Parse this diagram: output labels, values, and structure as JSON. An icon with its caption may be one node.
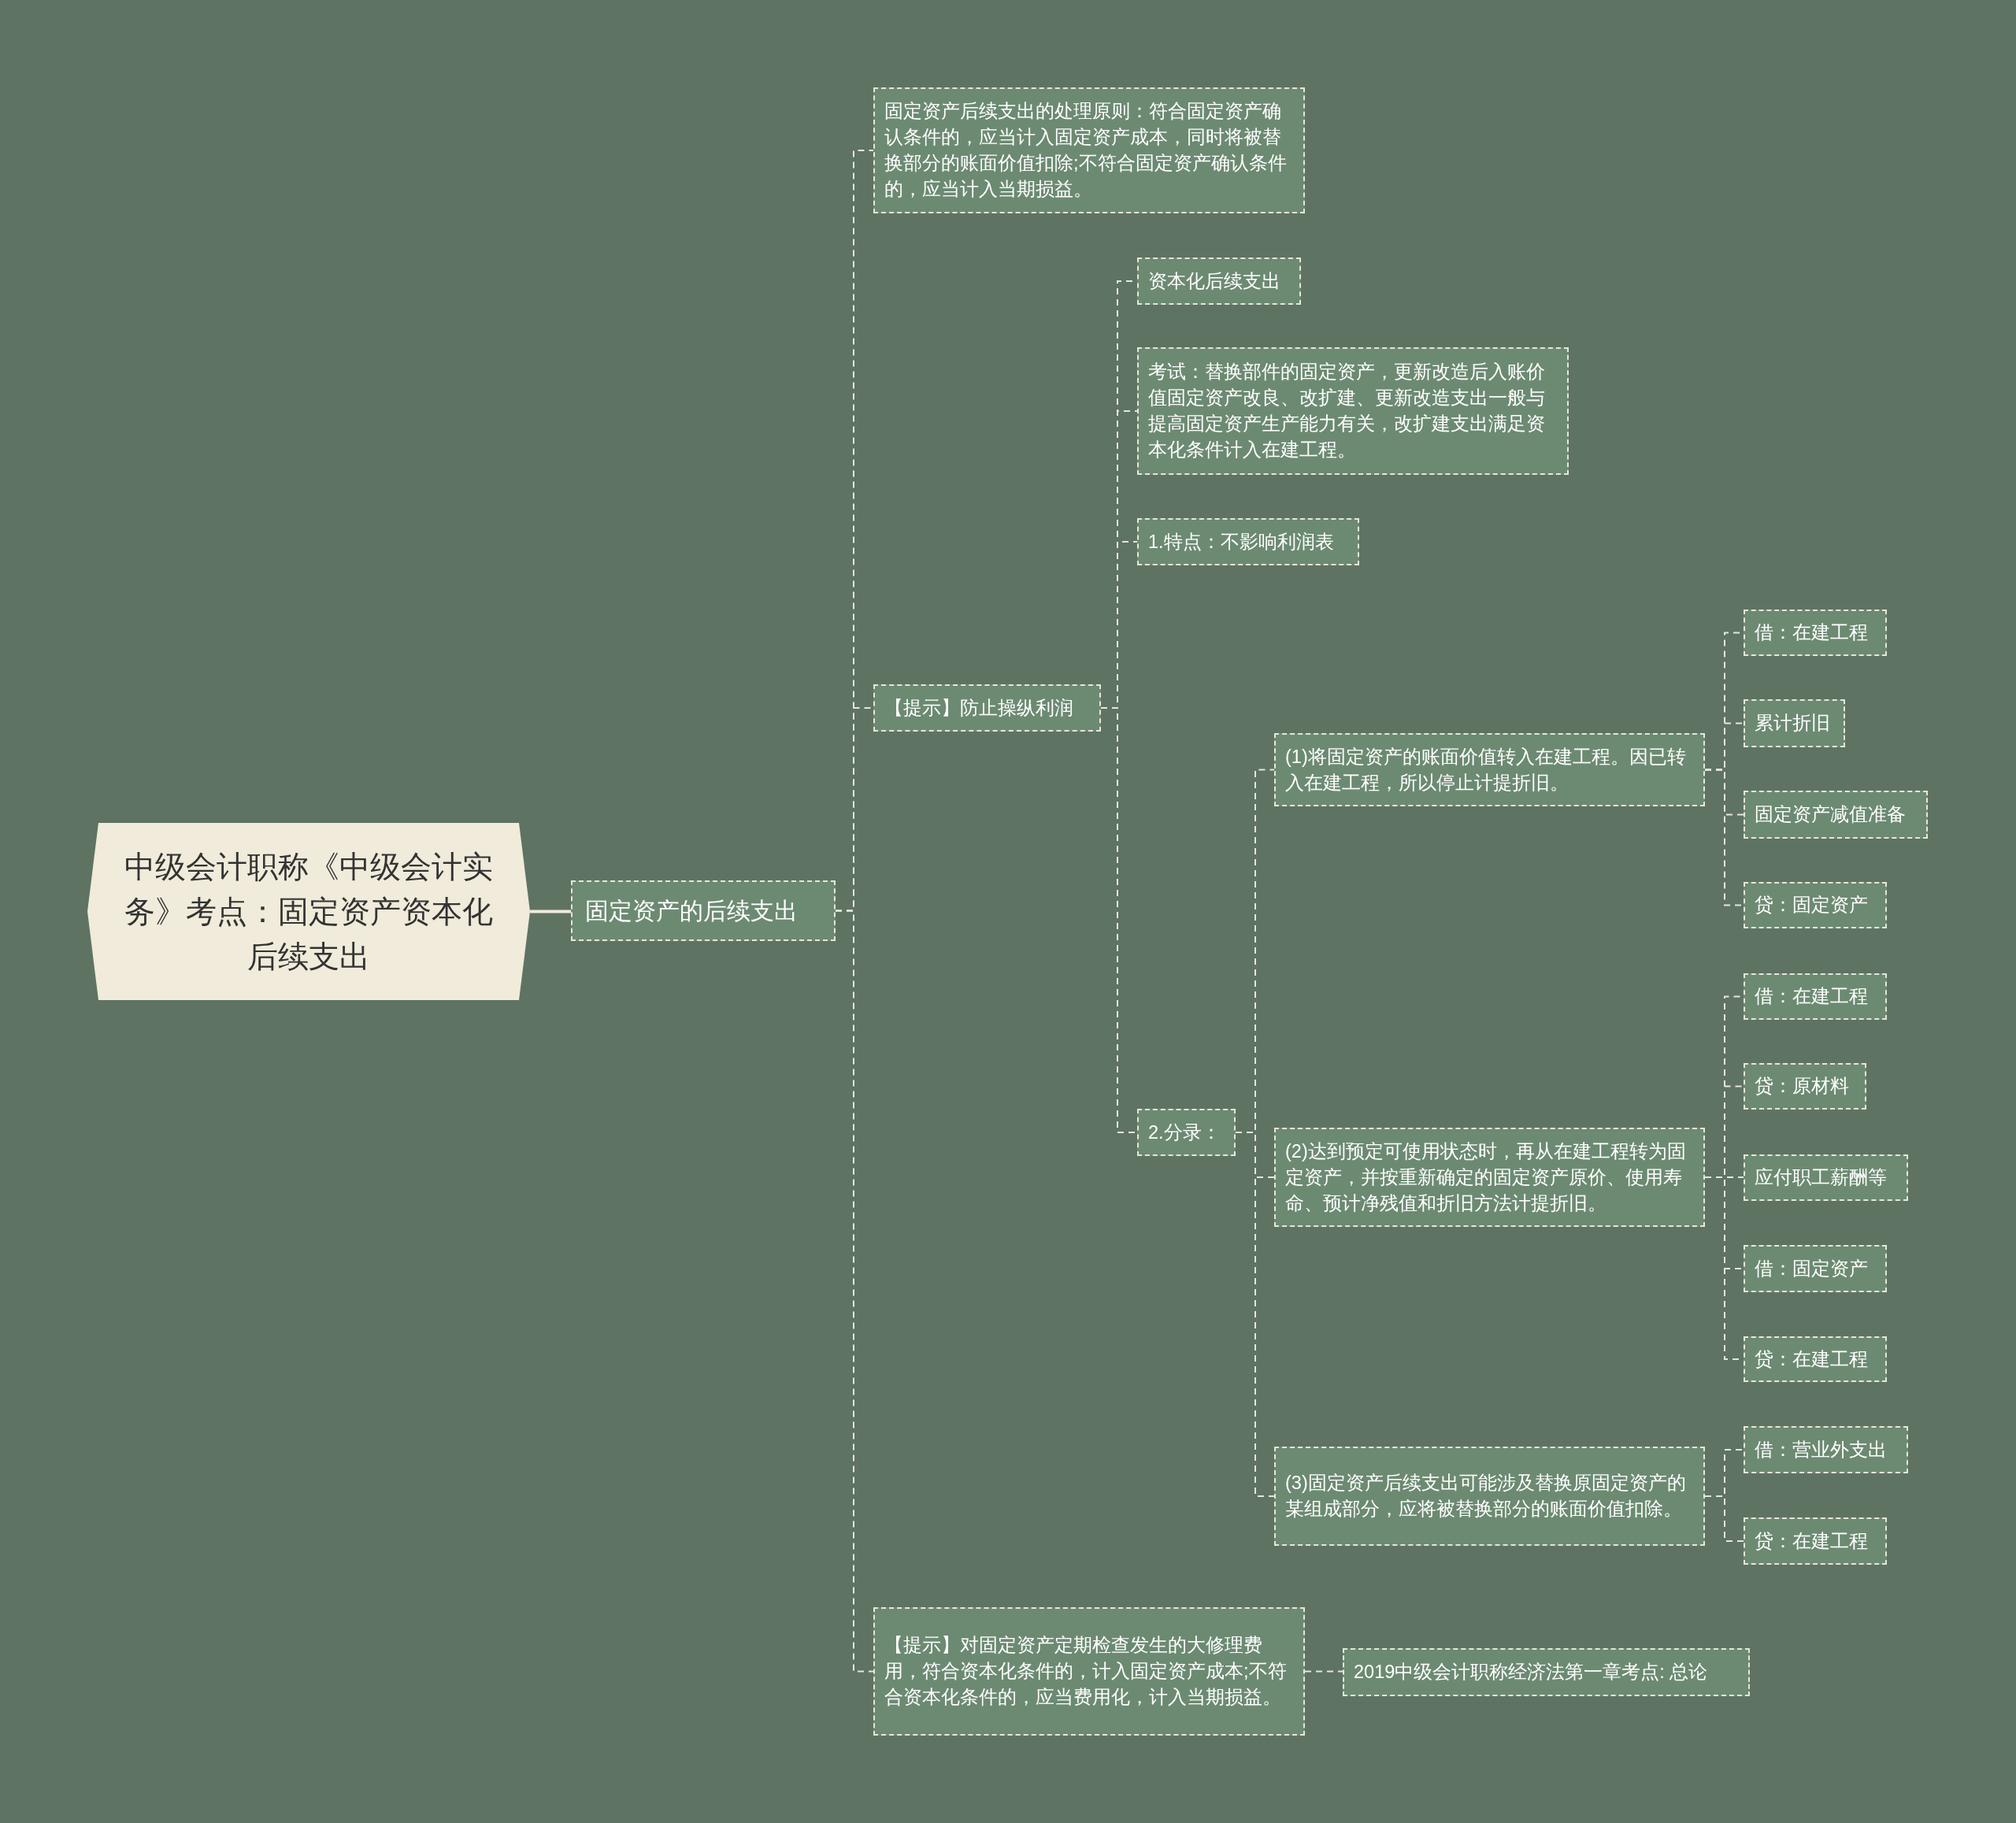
{
  "diagram": {
    "nodes": [
      {
        "text": [
          "中级会计职称《中级会计实务》考点：固定资产资本化后续支出"
        ]
      },
      {
        "text": [
          "固定资产的后续支出"
        ]
      },
      {
        "text": [
          "固定资产后续支出的处理原则：符合固定资产确认条件的，应当计入固定资产成本，同时将被替换部分的账面价值扣除;不符合固定资产确认条件的，应当计入当期损益。"
        ]
      },
      {
        "text": [
          "【提示】防止操纵利润"
        ]
      },
      {
        "text": [
          "资本化后续支出"
        ]
      },
      {
        "text": [
          "考试：替换部件的固定资产，更新改造后入账价值固定资产改良、改扩建、更新改造支出一般与提高固定资产生产能力有关，改扩建支出满足资本化条件计入在建工程。"
        ]
      },
      {
        "text": [
          "1.特点：不影响利润表"
        ]
      },
      {
        "text": [
          "2.分录："
        ]
      },
      {
        "text": [
          "(1)将固定资产的账面价值转入在建工程。因已转入在建工程，所以停止计提折旧。"
        ]
      },
      {
        "text": [
          "借：在建工程"
        ]
      },
      {
        "text": [
          "累计折旧"
        ]
      },
      {
        "text": [
          "固定资产减值准备"
        ]
      },
      {
        "text": [
          "贷：固定资产"
        ]
      },
      {
        "text": [
          "(2)达到预定可使用状态时，再从在建工程转为固定资产，并按重新确定的固定资产原价、使用寿命、预计净残值和折旧方法计提折旧。"
        ]
      },
      {
        "text": [
          "借：在建工程"
        ]
      },
      {
        "text": [
          "贷：原材料"
        ]
      },
      {
        "text": [
          "应付职工薪酬等"
        ]
      },
      {
        "text": [
          "借：固定资产"
        ]
      },
      {
        "text": [
          "贷：在建工程"
        ]
      },
      {
        "text": [
          "(3)固定资产后续支出可能涉及替换原固定资产的某组成部分，应将被替换部分的账面价值扣除。"
        ]
      },
      {
        "text": [
          "借：营业外支出"
        ]
      },
      {
        "text": [
          "贷：在建工程"
        ]
      },
      {
        "text": [
          "【提示】对固定资产定期检查发生的大修理费用，符合资本化条件的，计入固定资产成本;不符合资本化条件的，应当费用化，计入当期损益。"
        ]
      },
      {
        "text": [
          "2019中级会计职称经济法第一章考点: 总论"
        ]
      }
    ],
    "edges": [
      {
        "from": 0,
        "to": 1,
        "arrow": "none"
      },
      {
        "from": 1,
        "to": 2,
        "arrow": "none",
        "style": "dashed"
      },
      {
        "from": 1,
        "to": 3,
        "arrow": "none",
        "style": "dashed"
      },
      {
        "from": 1,
        "to": 22,
        "arrow": "none",
        "style": "dashed"
      },
      {
        "from": 3,
        "to": 4,
        "arrow": "none",
        "style": "dashed"
      },
      {
        "from": 3,
        "to": 5,
        "arrow": "none",
        "style": "dashed"
      },
      {
        "from": 3,
        "to": 6,
        "arrow": "none",
        "style": "dashed"
      },
      {
        "from": 3,
        "to": 7,
        "arrow": "none",
        "style": "dashed"
      },
      {
        "from": 7,
        "to": 8,
        "arrow": "none",
        "style": "dashed"
      },
      {
        "from": 7,
        "to": 13,
        "arrow": "none",
        "style": "dashed"
      },
      {
        "from": 7,
        "to": 19,
        "arrow": "none",
        "style": "dashed"
      },
      {
        "from": 8,
        "to": 9,
        "arrow": "none",
        "style": "dashed"
      },
      {
        "from": 8,
        "to": 10,
        "arrow": "none",
        "style": "dashed"
      },
      {
        "from": 8,
        "to": 11,
        "arrow": "none",
        "style": "dashed"
      },
      {
        "from": 8,
        "to": 12,
        "arrow": "none",
        "style": "dashed"
      },
      {
        "from": 13,
        "to": 14,
        "arrow": "none",
        "style": "dashed"
      },
      {
        "from": 13,
        "to": 15,
        "arrow": "none",
        "style": "dashed"
      },
      {
        "from": 13,
        "to": 16,
        "arrow": "none",
        "style": "dashed"
      },
      {
        "from": 13,
        "to": 17,
        "arrow": "none",
        "style": "dashed"
      },
      {
        "from": 13,
        "to": 18,
        "arrow": "none",
        "style": "dashed"
      },
      {
        "from": 19,
        "to": 20,
        "arrow": "none",
        "style": "dashed"
      },
      {
        "from": 19,
        "to": 21,
        "arrow": "none",
        "style": "dashed"
      },
      {
        "from": 22,
        "to": 23,
        "arrow": "none",
        "style": "dashed"
      }
    ]
  }
}
